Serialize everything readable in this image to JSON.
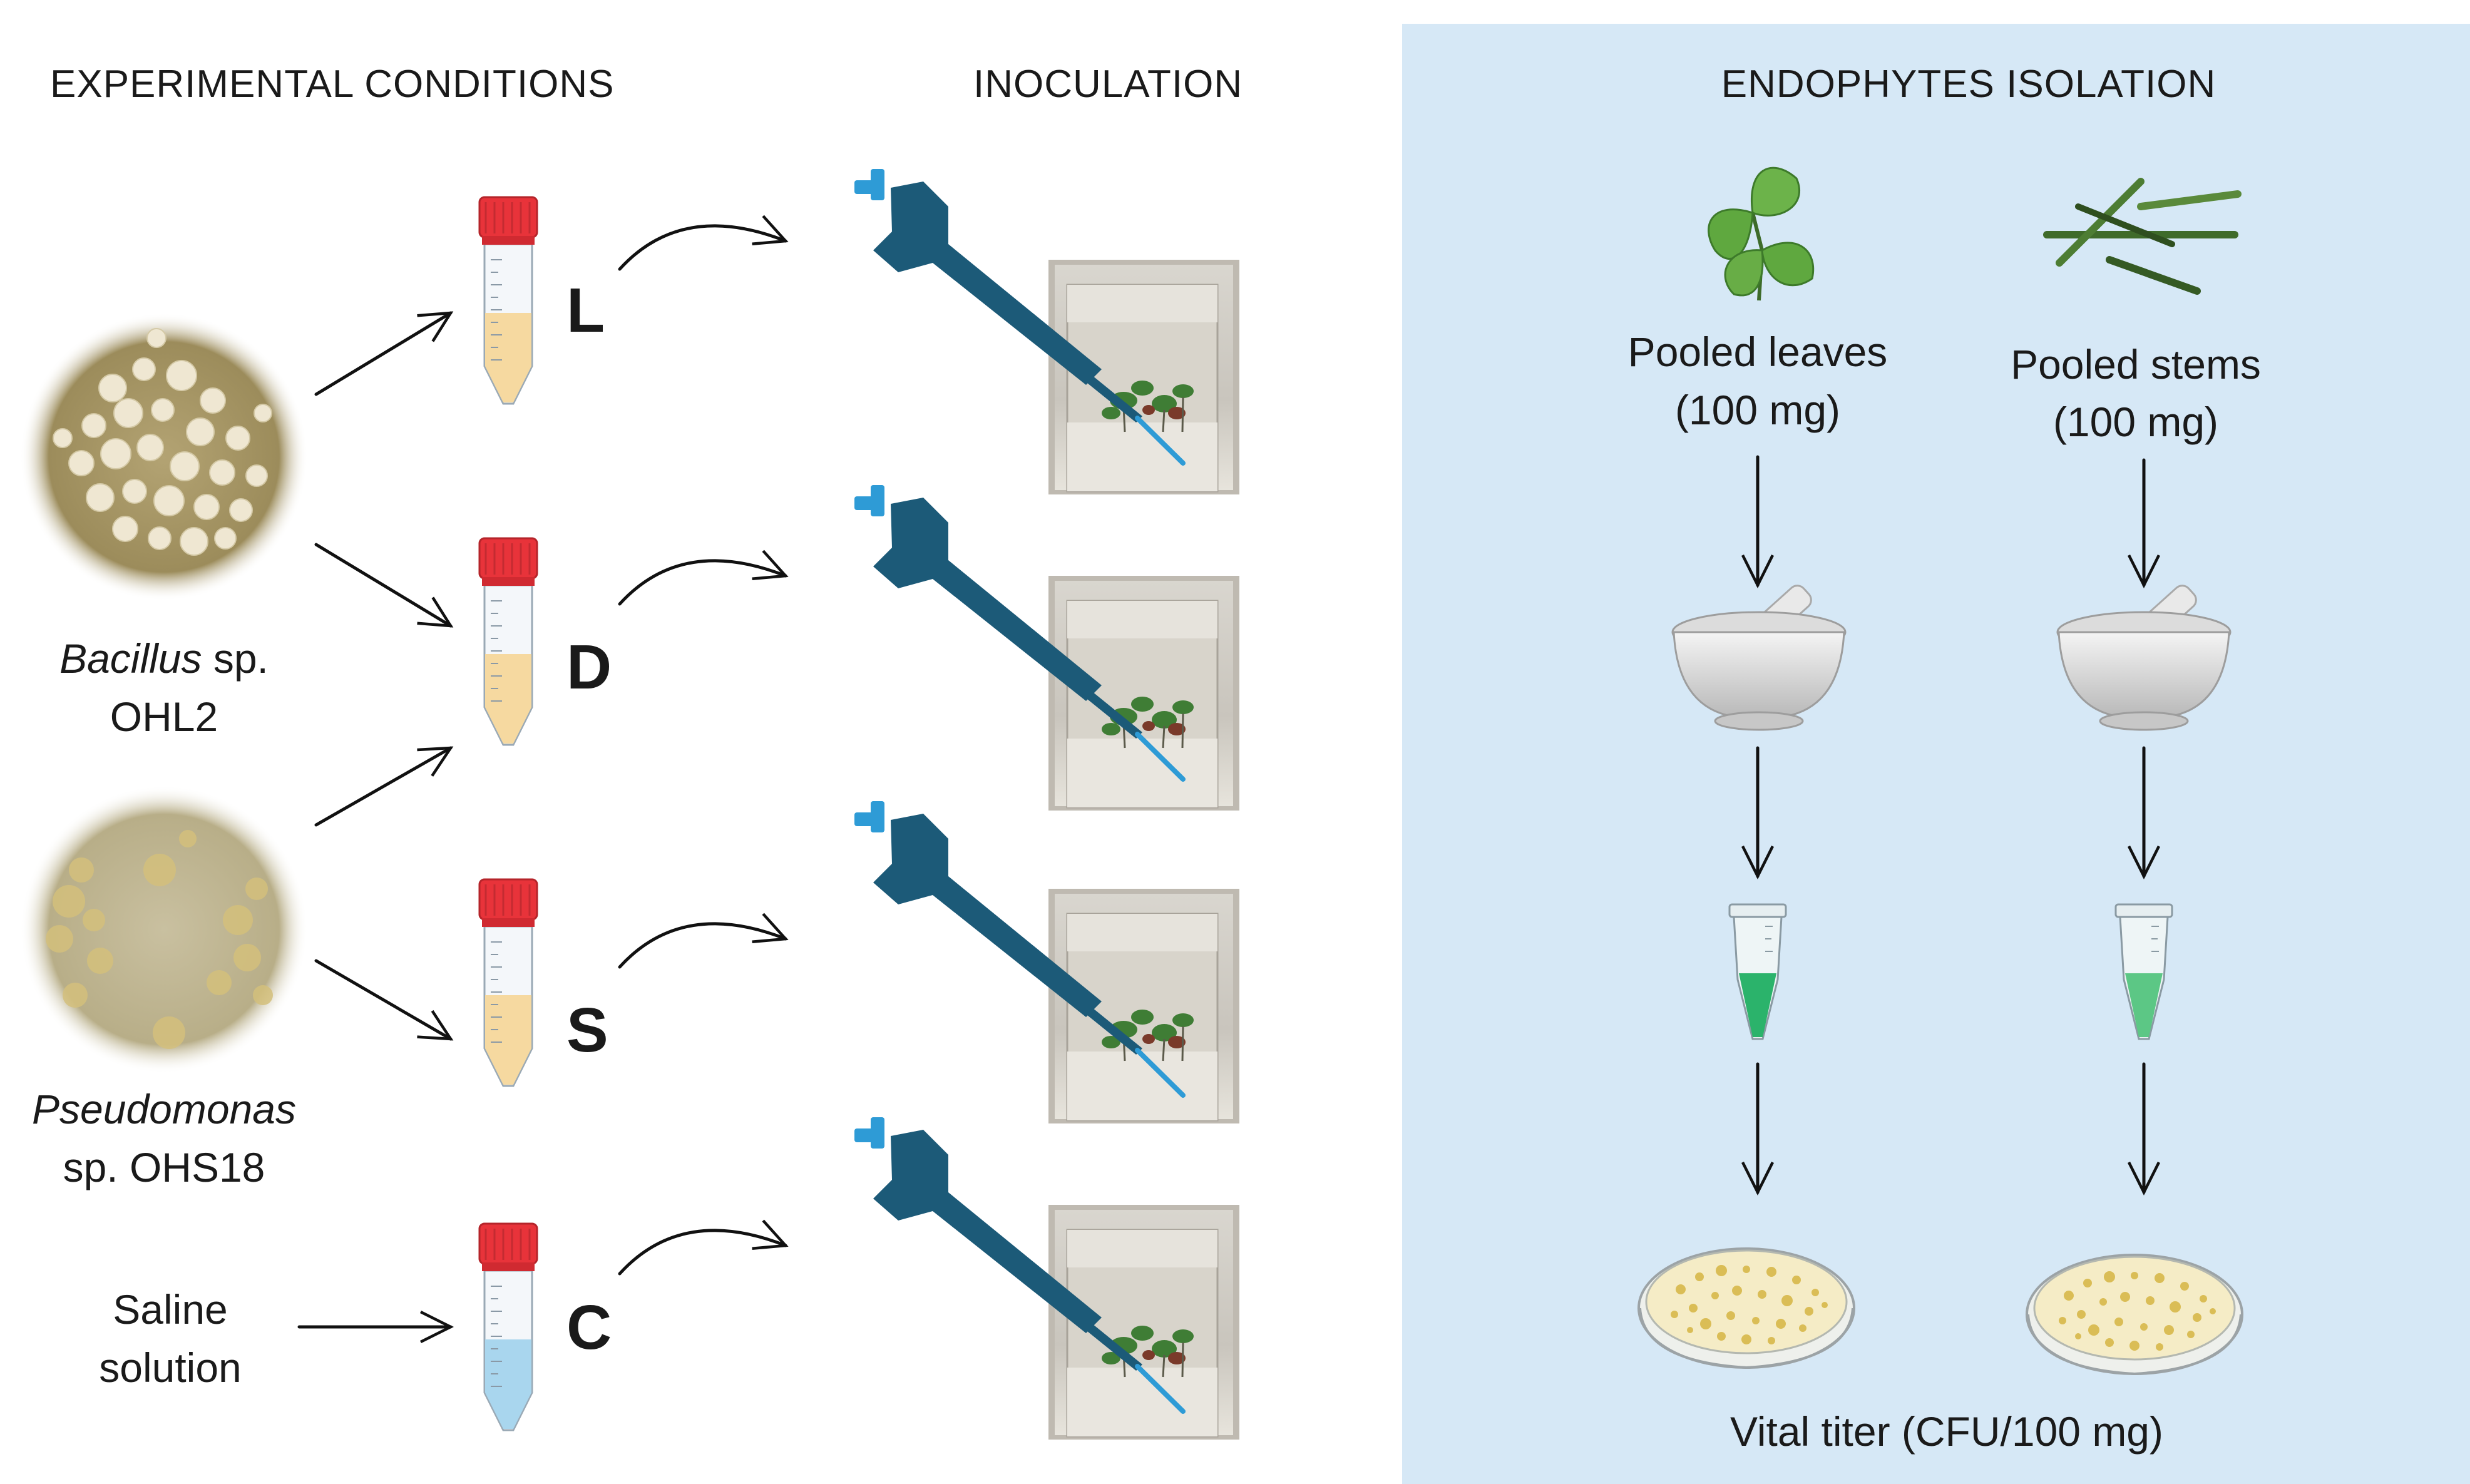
{
  "sections": {
    "conditions": {
      "title": "EXPERIMENTAL CONDITIONS"
    },
    "inoculation": {
      "title": "INOCULATION"
    },
    "isolation": {
      "title": "ENDOPHYTES ISOLATION"
    }
  },
  "strains": [
    {
      "genus": "Bacillus",
      "suffix": " sp.",
      "code": "OHL2"
    },
    {
      "genus": "Pseudomonas",
      "code": "sp. OHS18"
    }
  ],
  "control": {
    "line1": "Saline",
    "line2": "solution"
  },
  "conditions": [
    "L",
    "D",
    "S",
    "C"
  ],
  "isolation": {
    "leaves": {
      "line1": "Pooled leaves",
      "line2": "(100 mg)"
    },
    "stems": {
      "line1": "Pooled stems",
      "line2": "(100 mg)"
    },
    "result": "Vital titer (CFU/100 mg)"
  },
  "colors": {
    "panel_bg": "#d6e8f6",
    "tube_cap": "#e8333a",
    "culture_medium": "#f6d9a0",
    "saline_medium": "#a9d6ee",
    "pipette": "#1c5a78",
    "pipette_tip": "#2e9bd6",
    "leaf": "#5fa83f",
    "stem": "#3f6b2a",
    "extract": "#2bb36b"
  },
  "icons": [
    "petri-colony-icon",
    "falcon-tube-icon",
    "pipette-icon",
    "plant-box-icon",
    "leaves-icon",
    "stems-icon",
    "mortar-icon",
    "microtube-icon",
    "petri-dish-icon"
  ]
}
